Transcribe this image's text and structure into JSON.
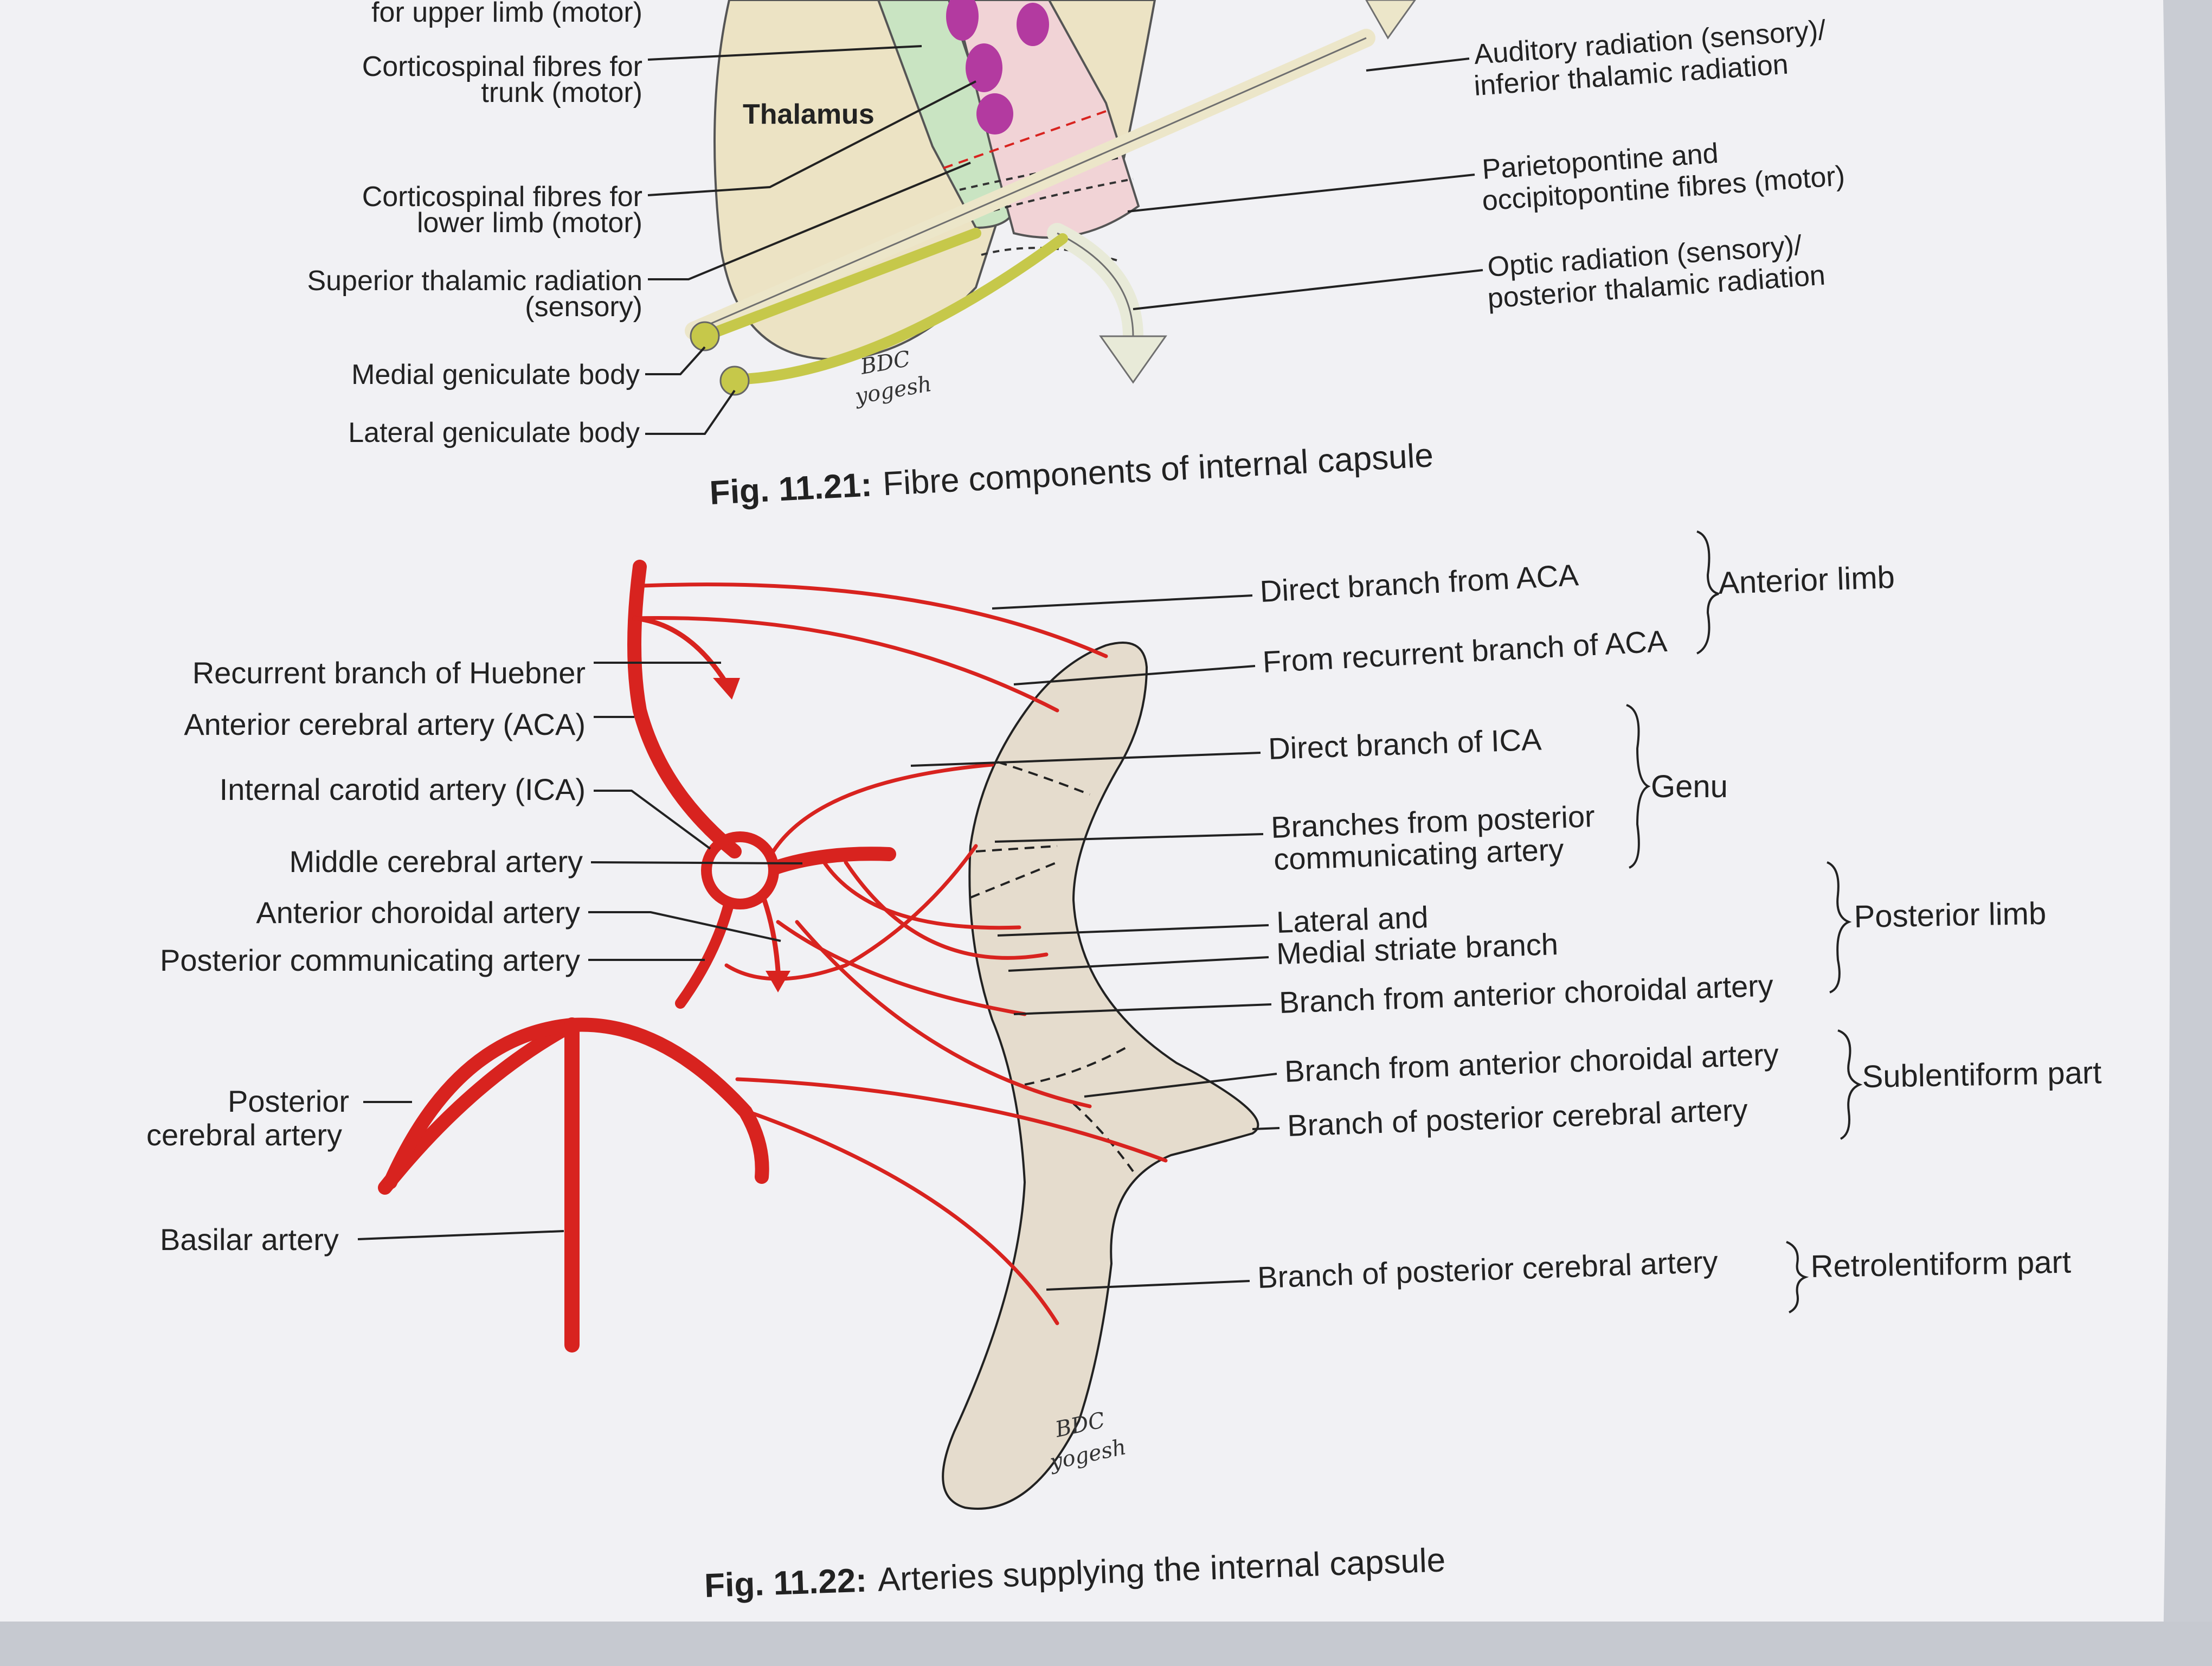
{
  "figure_1": {
    "caption_number": "Fig. 11.21:",
    "caption_text": "Fibre components of internal capsule",
    "center_label": "Thalamus",
    "left_labels": [
      "for upper limb (motor)",
      "Corticospinal fibres for",
      "trunk (motor)",
      "Corticospinal fibres for",
      "lower limb (motor)",
      "Superior thalamic radiation",
      "(sensory)",
      "Medial geniculate body",
      "Lateral geniculate body"
    ],
    "right_labels": [
      "Auditory radiation (sensory)/",
      "inferior thalamic radiation",
      "Parietopontine and",
      "occipitopontine fibres (motor)",
      "Optic radiation (sensory)/",
      "posterior thalamic radiation"
    ],
    "signature": [
      "BDC",
      "yogesh"
    ]
  },
  "figure_2": {
    "caption_number": "Fig. 11.22:",
    "caption_text": "Arteries supplying the internal capsule",
    "left_labels": [
      "Recurrent branch of Huebner",
      "Anterior cerebral artery (ACA)",
      "Internal carotid artery (ICA)",
      "Middle cerebral artery",
      "Anterior choroidal artery",
      "Posterior communicating artery",
      "Posterior",
      "cerebral artery",
      "Basilar artery"
    ],
    "right_labels": [
      "Direct branch from ACA",
      "From recurrent branch of ACA",
      "Direct branch of ICA",
      "Branches from posterior",
      "communicating artery",
      "Lateral and",
      "Medial striate branch",
      "Branch from anterior choroidal artery",
      "Branch from anterior choroidal artery",
      "Branch of posterior cerebral artery",
      "Branch of posterior cerebral artery"
    ],
    "groups": [
      "Anterior limb",
      "Genu",
      "Posterior limb",
      "Sublentiform part",
      "Retrolentiform part"
    ],
    "signature": [
      "BDC",
      "yogesh"
    ]
  },
  "colors": {
    "artery_red": "#d8231f",
    "capsule_fill": "#e5dccd",
    "thalamus_fill": "#ece3c4",
    "green_fill": "#c9e4c2",
    "pink_fill": "#f1d3d6",
    "nucleus_purple": "#b33aa0",
    "page": "#f3f3f5"
  }
}
